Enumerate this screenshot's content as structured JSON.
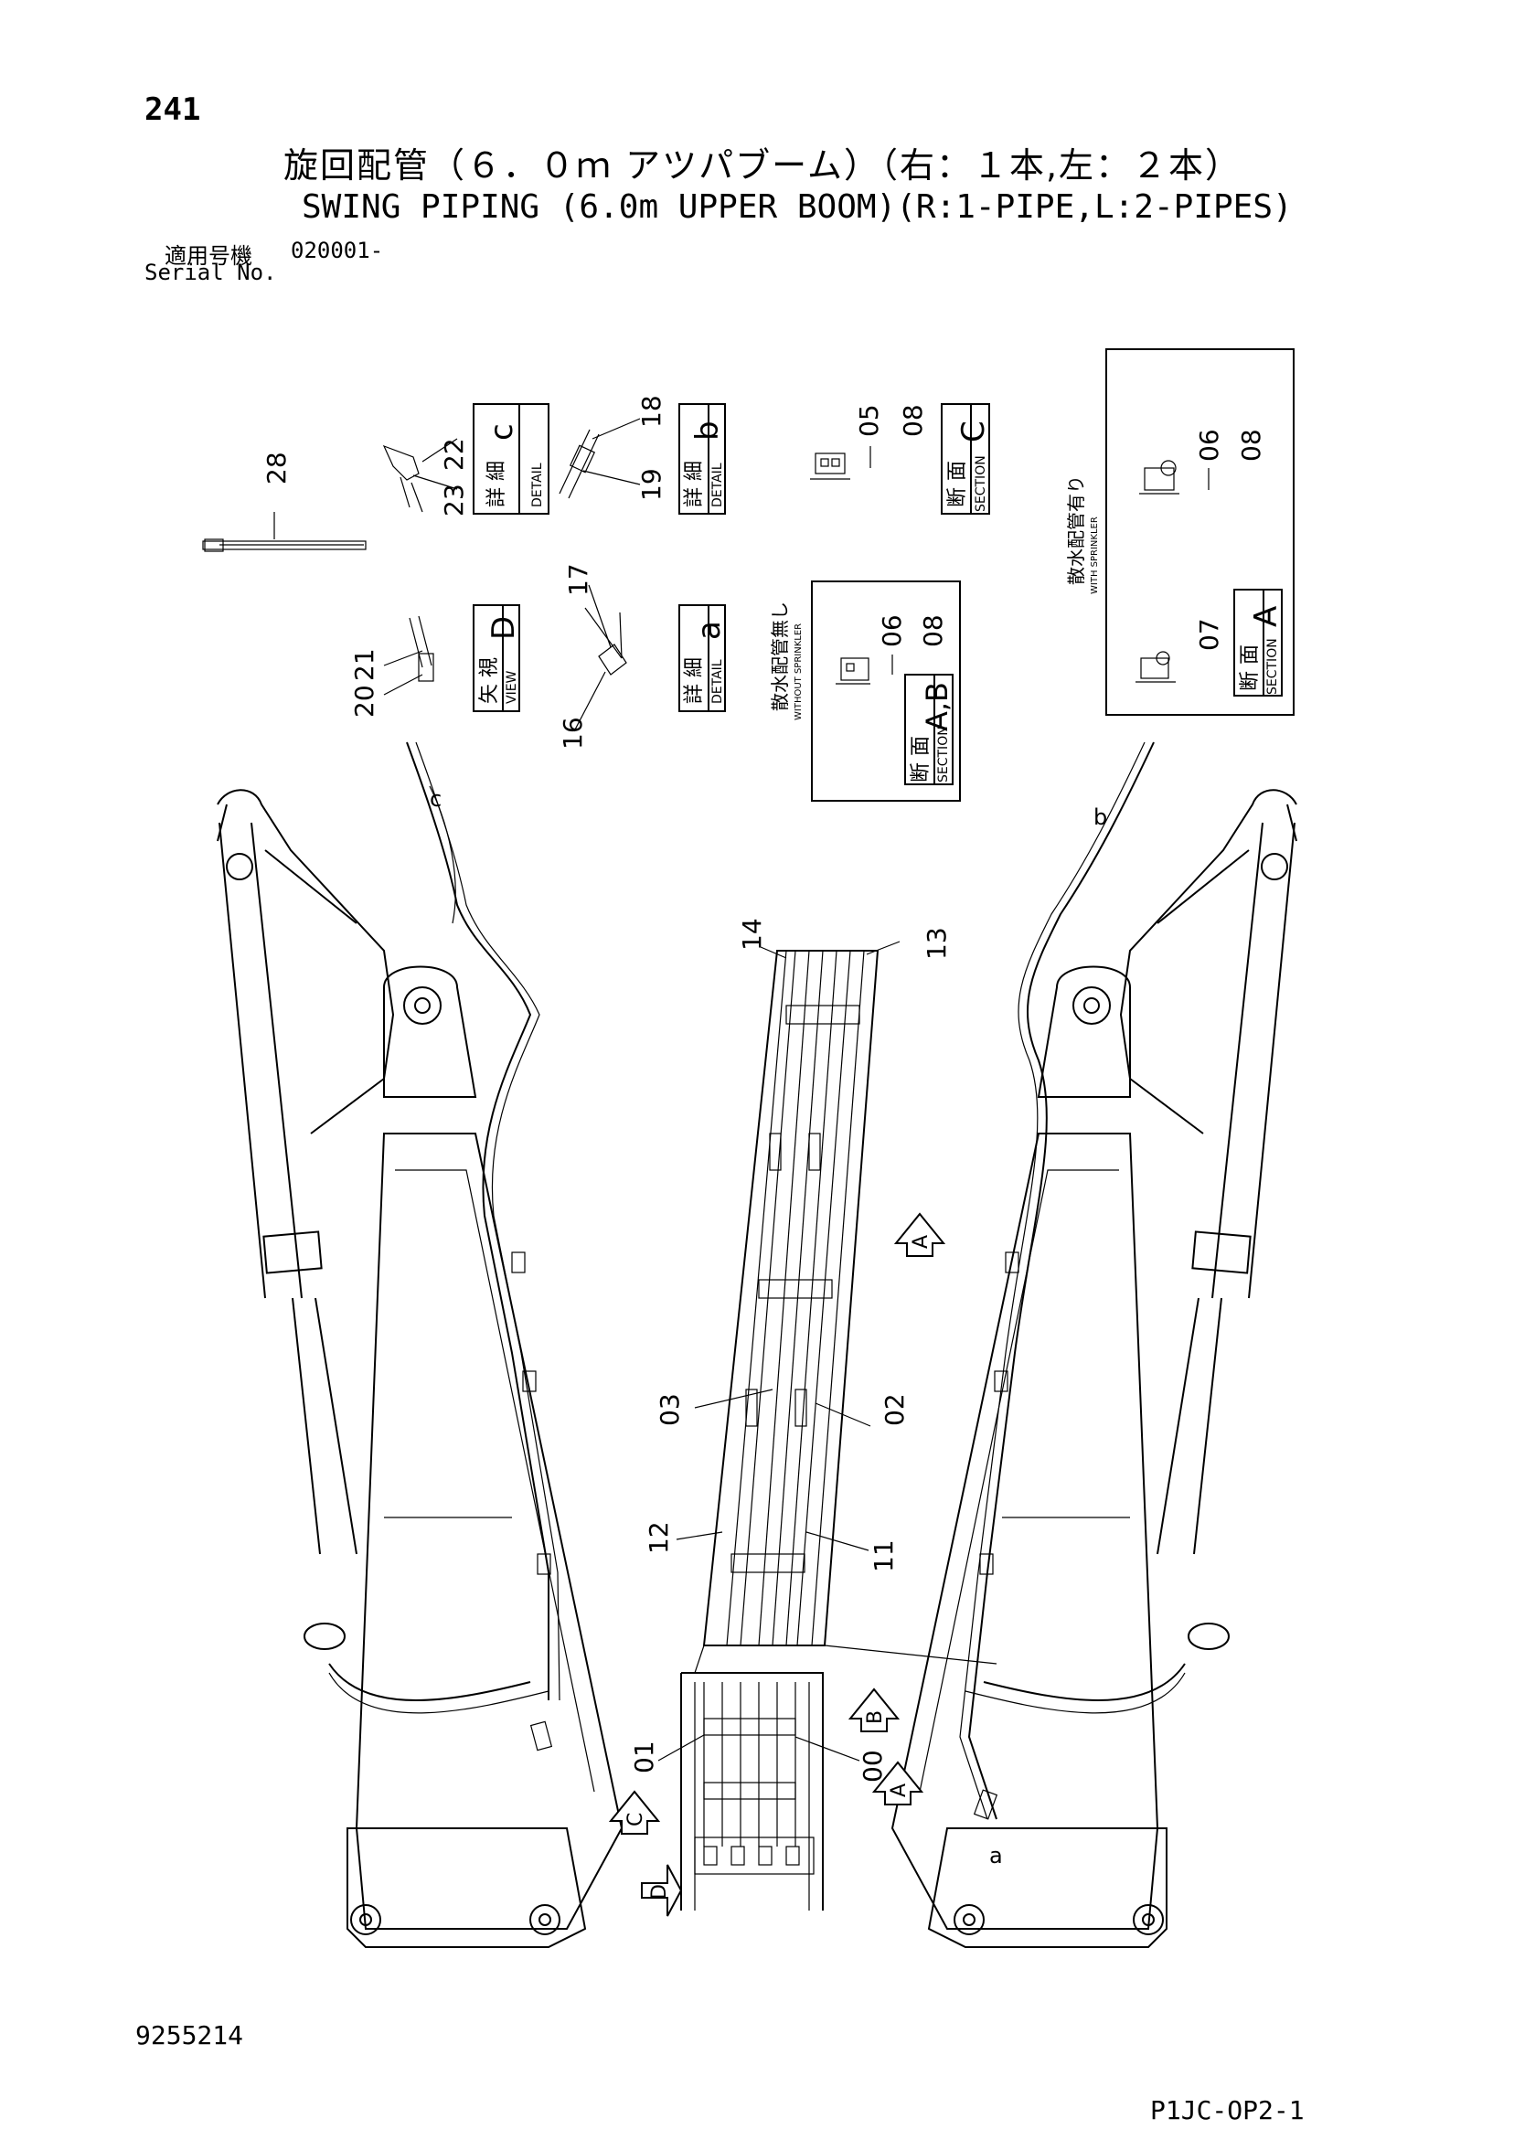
{
  "header": {
    "page_number": "241",
    "title_jp": "旋回配管（６．０ｍ アツパブーム）（右：１本,左：２本）",
    "title_en": "SWING PIPING (6.0m UPPER BOOM)(R:1-PIPE,L:2-PIPES)",
    "serial_label_jp": "適用号機",
    "serial_value": "020001-",
    "serial_label_en": "Serial No."
  },
  "footer": {
    "drawing_number": "9255214",
    "sheet_code": "P1JC-OP2-1"
  },
  "detail_boxes": {
    "detail_c": {
      "jp": "詳 細",
      "en": "DETAIL",
      "letter": "c"
    },
    "detail_b": {
      "jp": "詳 細",
      "en": "DETAIL",
      "letter": "b"
    },
    "section_C": {
      "jp": "断 面",
      "en": "SECTION",
      "letter": "C"
    },
    "view_D": {
      "jp": "矢 視",
      "en": "VIEW",
      "letter": "D"
    },
    "detail_a": {
      "jp": "詳 細",
      "en": "DETAIL",
      "letter": "a"
    },
    "section_AB": {
      "jp": "断 面",
      "en": "SECTION",
      "letter": "A,B"
    },
    "section_A": {
      "jp": "断 面",
      "en": "SECTION",
      "letter": "A"
    }
  },
  "panel_notes": {
    "ab_panel_jp": "散水配管無し",
    "ab_panel_en": "WITHOUT SPRINKLER",
    "a_panel_jp": "散水配管有り",
    "a_panel_en": "WITH SPRINKLER"
  },
  "part_numbers": {
    "p00": "00",
    "p01": "01",
    "p02": "02",
    "p03": "03",
    "p05": "05",
    "p06a": "06",
    "p06b": "06",
    "p07": "07",
    "p08a": "08",
    "p08b": "08",
    "p08c": "08",
    "p11": "11",
    "p12": "12",
    "p13": "13",
    "p14": "14",
    "p16": "16",
    "p17": "17",
    "p18": "18",
    "p19": "19",
    "p20": "20",
    "p21": "21",
    "p22": "22",
    "p23": "23",
    "p28": "28"
  },
  "view_markers": {
    "arrow_a_upper": "A",
    "arrow_b": "B",
    "arrow_a_lower": "A",
    "arrow_c": "C",
    "arrow_d": "D",
    "callout_a": "a",
    "callout_b": "b",
    "callout_c": "c"
  }
}
